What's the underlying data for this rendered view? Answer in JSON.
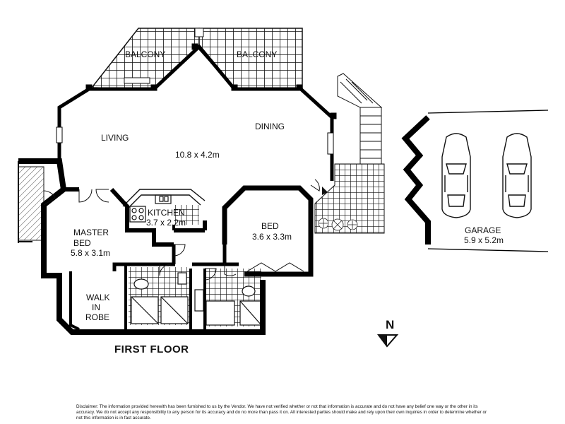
{
  "plan": {
    "floor_title": "FIRST FLOOR",
    "north_label": "N",
    "disclaimer": "Disclaimer: The information provided herewith has been furnished to us by the Vendor. We have not verified whether or not that information is accurate and do not have any belief one way or the other in its accuracy. We do not accept any responsibility to any person for its accuracy and do no more than pass it on. All interested parties should make and rely upon their own inquiries in order to determine whether or not this information is in fact accurate."
  },
  "rooms": {
    "balcony_left": "BALCONY",
    "balcony_right": "BALCONY",
    "living": "LIVING",
    "dining": "DINING",
    "living_dining_size": "10.8 x 4.2m",
    "kitchen": "KITCHEN",
    "kitchen_size": "3.7 x 2.2m",
    "master_bed": "MASTER",
    "master_bed_2": "BED",
    "master_bed_size": "5.8 x 3.1m",
    "bed": "BED",
    "bed_size": "3.6 x 3.3m",
    "walk_in_robe_1": "WALK",
    "walk_in_robe_2": "IN",
    "walk_in_robe_3": "ROBE",
    "garage": "GARAGE",
    "garage_size": "5.9 x 5.2m"
  },
  "colors": {
    "wall": "#000000",
    "tile": "#111111",
    "background": "#ffffff"
  }
}
